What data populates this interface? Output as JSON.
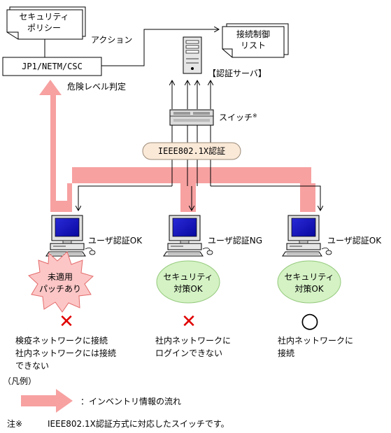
{
  "security_policy": {
    "label_line1": "セキュリティ",
    "label_line2": "ポリシー"
  },
  "manager": {
    "label": "JP1/NETM/CSC",
    "risk_label": "危険レベル判定"
  },
  "action_label": "アクション",
  "access_list": {
    "label_line1": "接続制御",
    "label_line2": "リスト"
  },
  "auth_server_label": "【認証サーバ】",
  "switch": {
    "label": "スイッチ",
    "note_mark": "※"
  },
  "protocol_label": "IEEE802.1X認証",
  "clients": [
    {
      "user_auth": "ユーザ認証OK",
      "badge_line1": "未適用",
      "badge_line2": "パッチあり",
      "mark": "✕",
      "result_line1": "検疫ネットワークに接続",
      "result_line2": "社内ネットワークには接続",
      "result_line3": "できない"
    },
    {
      "user_auth": "ユーザ認証NG",
      "badge_line1": "セキュリティ",
      "badge_line2": "対策OK",
      "mark": "✕",
      "result_line1": "社内ネットワークに",
      "result_line2": "ログインできない"
    },
    {
      "user_auth": "ユーザ認証OK",
      "badge_line1": "セキュリティ",
      "badge_line2": "対策OK",
      "mark": "○",
      "result_line1": "社内ネットワークに",
      "result_line2": "接続"
    }
  ],
  "legend": {
    "title": "（凡例）",
    "flow_label": "：インベントリ情報の流れ"
  },
  "footnote": {
    "mark": "注※",
    "text": "IEEE802.1X認証方式に対応したスイッチです。"
  },
  "colors": {
    "flow_arrow": "#f7a1a1",
    "burst_fill": "#fcc6c6",
    "ellipse_fill": "#d4f2c4",
    "fail_mark": "#e00000",
    "label_pill": "#fbe9d8"
  }
}
